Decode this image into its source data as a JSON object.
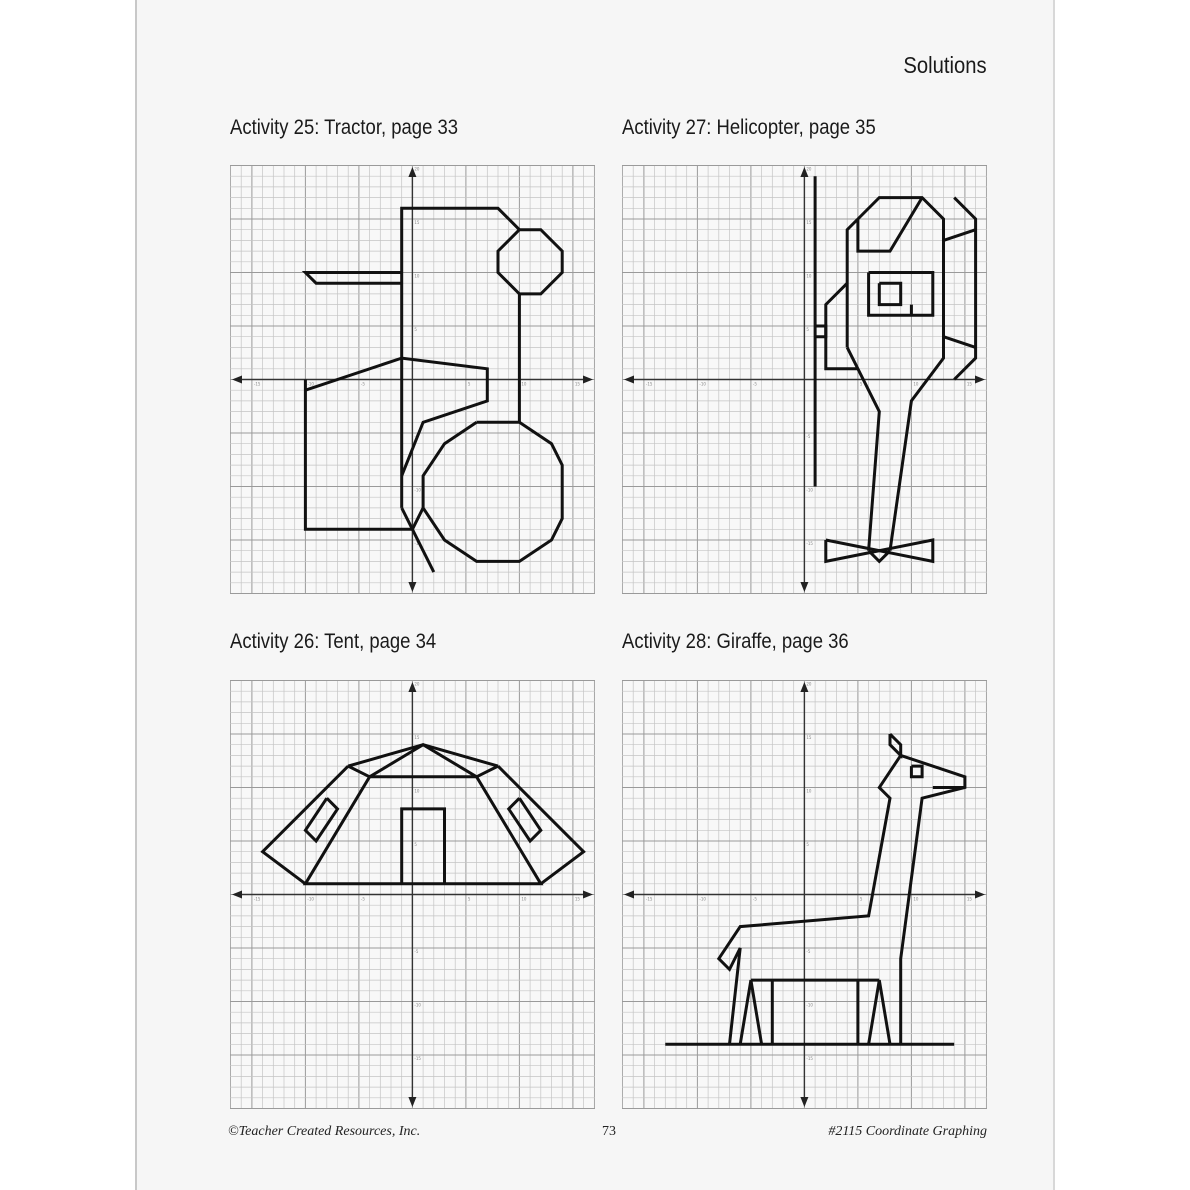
{
  "header": {
    "title": "Solutions"
  },
  "footer": {
    "publisher": "©Teacher Created Resources, Inc.",
    "page_number": "73",
    "book": "#2115 Coordinate Graphing"
  },
  "grid": {
    "x_range": [
      -17,
      17
    ],
    "y_range": [
      -20,
      20
    ],
    "x_tick_labels": [
      -15,
      -10,
      -5,
      5,
      10,
      15
    ],
    "y_tick_labels": [
      20,
      15,
      10,
      5,
      -5,
      -10,
      -15,
      -20
    ],
    "shape_color": "#111111",
    "minor_grid_color": "#c4c4c4",
    "major_grid_color": "#9a9a9a"
  },
  "graphs": [
    {
      "title": "Activity 25: Tractor, page 33",
      "paths": [
        [
          [
            -1,
            -12
          ],
          [
            -1,
            16
          ],
          [
            8,
            16
          ],
          [
            10,
            14
          ]
        ],
        [
          [
            10,
            14
          ],
          [
            12,
            14
          ],
          [
            14,
            12
          ],
          [
            14,
            10
          ],
          [
            12,
            8
          ],
          [
            10,
            8
          ],
          [
            8,
            10
          ],
          [
            8,
            12
          ],
          [
            10,
            14
          ]
        ],
        [
          [
            -1,
            10
          ],
          [
            -10,
            10
          ],
          [
            -9,
            9
          ],
          [
            -1,
            9
          ]
        ],
        [
          [
            10,
            8
          ],
          [
            10,
            -4
          ]
        ],
        [
          [
            -10,
            -1
          ],
          [
            -1,
            2
          ],
          [
            7,
            1
          ],
          [
            7,
            -2
          ],
          [
            1,
            -4
          ],
          [
            -1,
            -9
          ]
        ],
        [
          [
            -10,
            0
          ],
          [
            -10,
            -14
          ],
          [
            0,
            -14
          ]
        ],
        [
          [
            -1,
            -12
          ],
          [
            2,
            -18
          ]
        ],
        [
          [
            6,
            -4
          ],
          [
            10,
            -4
          ],
          [
            13,
            -6
          ],
          [
            14,
            -8
          ],
          [
            14,
            -13
          ],
          [
            13,
            -15
          ],
          [
            10,
            -17
          ],
          [
            6,
            -17
          ],
          [
            3,
            -15
          ],
          [
            1,
            -12
          ],
          [
            1,
            -9
          ],
          [
            3,
            -6
          ],
          [
            6,
            -4
          ]
        ],
        [
          [
            1,
            -12
          ],
          [
            0,
            -14
          ]
        ]
      ]
    },
    {
      "title": "Activity 27: Helicopter, page 35",
      "paths": [
        [
          [
            1,
            19
          ],
          [
            1,
            -10
          ]
        ],
        [
          [
            4,
            3
          ],
          [
            4,
            14
          ],
          [
            5,
            15
          ],
          [
            7,
            17
          ],
          [
            11,
            17
          ],
          [
            13,
            15
          ],
          [
            13,
            2
          ],
          [
            10,
            -2
          ],
          [
            8,
            -16
          ]
        ],
        [
          [
            4,
            3
          ],
          [
            7,
            -3
          ],
          [
            6,
            -16
          ]
        ],
        [
          [
            5,
            15
          ],
          [
            5,
            12
          ],
          [
            8,
            12
          ],
          [
            11,
            17
          ]
        ],
        [
          [
            6,
            10
          ],
          [
            12,
            10
          ],
          [
            12,
            6
          ],
          [
            6,
            6
          ],
          [
            6,
            10
          ]
        ],
        [
          [
            7,
            9
          ],
          [
            9,
            9
          ],
          [
            9,
            7
          ],
          [
            7,
            7
          ],
          [
            7,
            9
          ]
        ],
        [
          [
            10,
            7
          ],
          [
            10,
            6
          ]
        ],
        [
          [
            14,
            17
          ],
          [
            16,
            15
          ],
          [
            16,
            2
          ],
          [
            14,
            0
          ]
        ],
        [
          [
            13,
            13
          ],
          [
            16,
            14
          ]
        ],
        [
          [
            13,
            4
          ],
          [
            16,
            3
          ]
        ],
        [
          [
            4,
            9
          ],
          [
            2,
            7
          ],
          [
            2,
            1
          ],
          [
            5,
            1
          ]
        ],
        [
          [
            1,
            5
          ],
          [
            2,
            5
          ],
          [
            2,
            4
          ],
          [
            1,
            4
          ]
        ],
        [
          [
            2,
            -15
          ],
          [
            12,
            -17
          ],
          [
            12,
            -15
          ],
          [
            2,
            -17
          ],
          [
            2,
            -15
          ]
        ],
        [
          [
            6,
            -16
          ],
          [
            7,
            -17
          ],
          [
            8,
            -16
          ]
        ]
      ]
    },
    {
      "title": "Activity 26: Tent, page 34",
      "paths": [
        [
          [
            -6,
            12
          ],
          [
            1,
            14
          ],
          [
            8,
            12
          ]
        ],
        [
          [
            -4,
            11
          ],
          [
            1,
            14
          ],
          [
            6,
            11
          ]
        ],
        [
          [
            -6,
            12
          ],
          [
            -4,
            11
          ],
          [
            6,
            11
          ],
          [
            8,
            12
          ]
        ],
        [
          [
            -4,
            11
          ],
          [
            -10,
            1
          ],
          [
            12,
            1
          ],
          [
            6,
            11
          ]
        ],
        [
          [
            -6,
            12
          ],
          [
            -14,
            4
          ],
          [
            -10,
            1
          ]
        ],
        [
          [
            8,
            12
          ],
          [
            16,
            4
          ],
          [
            12,
            1
          ]
        ],
        [
          [
            -1,
            1
          ],
          [
            -1,
            8
          ],
          [
            3,
            8
          ],
          [
            3,
            1
          ]
        ],
        [
          [
            -8,
            9
          ],
          [
            -7,
            8
          ],
          [
            -9,
            5
          ],
          [
            -10,
            6
          ],
          [
            -8,
            9
          ]
        ],
        [
          [
            10,
            9
          ],
          [
            12,
            6
          ],
          [
            11,
            5
          ],
          [
            9,
            8
          ],
          [
            10,
            9
          ]
        ]
      ]
    },
    {
      "title": "Activity 28: Giraffe, page 36",
      "paths": [
        [
          [
            9,
            13
          ],
          [
            7,
            10
          ],
          [
            8,
            9
          ],
          [
            6,
            -2
          ],
          [
            -6,
            -3
          ],
          [
            -8,
            -6
          ],
          [
            -7,
            -7
          ],
          [
            -6,
            -5
          ],
          [
            -7,
            -14
          ]
        ],
        [
          [
            9,
            13
          ],
          [
            15,
            11
          ],
          [
            15,
            10
          ],
          [
            11,
            9
          ],
          [
            9,
            -6
          ],
          [
            9,
            -14
          ]
        ],
        [
          [
            12,
            10
          ],
          [
            15,
            10
          ]
        ],
        [
          [
            10,
            12
          ],
          [
            11,
            12
          ],
          [
            11,
            11
          ],
          [
            10,
            11
          ],
          [
            10,
            12
          ]
        ],
        [
          [
            8,
            15
          ],
          [
            9,
            14
          ],
          [
            9,
            13
          ],
          [
            8,
            14
          ],
          [
            8,
            15
          ]
        ],
        [
          [
            -13,
            -14
          ],
          [
            14,
            -14
          ]
        ],
        [
          [
            -5,
            -8
          ],
          [
            7,
            -8
          ]
        ],
        [
          [
            -6,
            -14
          ],
          [
            -5,
            -8
          ],
          [
            -4,
            -14
          ]
        ],
        [
          [
            -3,
            -8
          ],
          [
            -3,
            -14
          ]
        ],
        [
          [
            5,
            -8
          ],
          [
            5,
            -14
          ]
        ],
        [
          [
            6,
            -14
          ],
          [
            7,
            -8
          ],
          [
            8,
            -14
          ]
        ]
      ]
    }
  ]
}
